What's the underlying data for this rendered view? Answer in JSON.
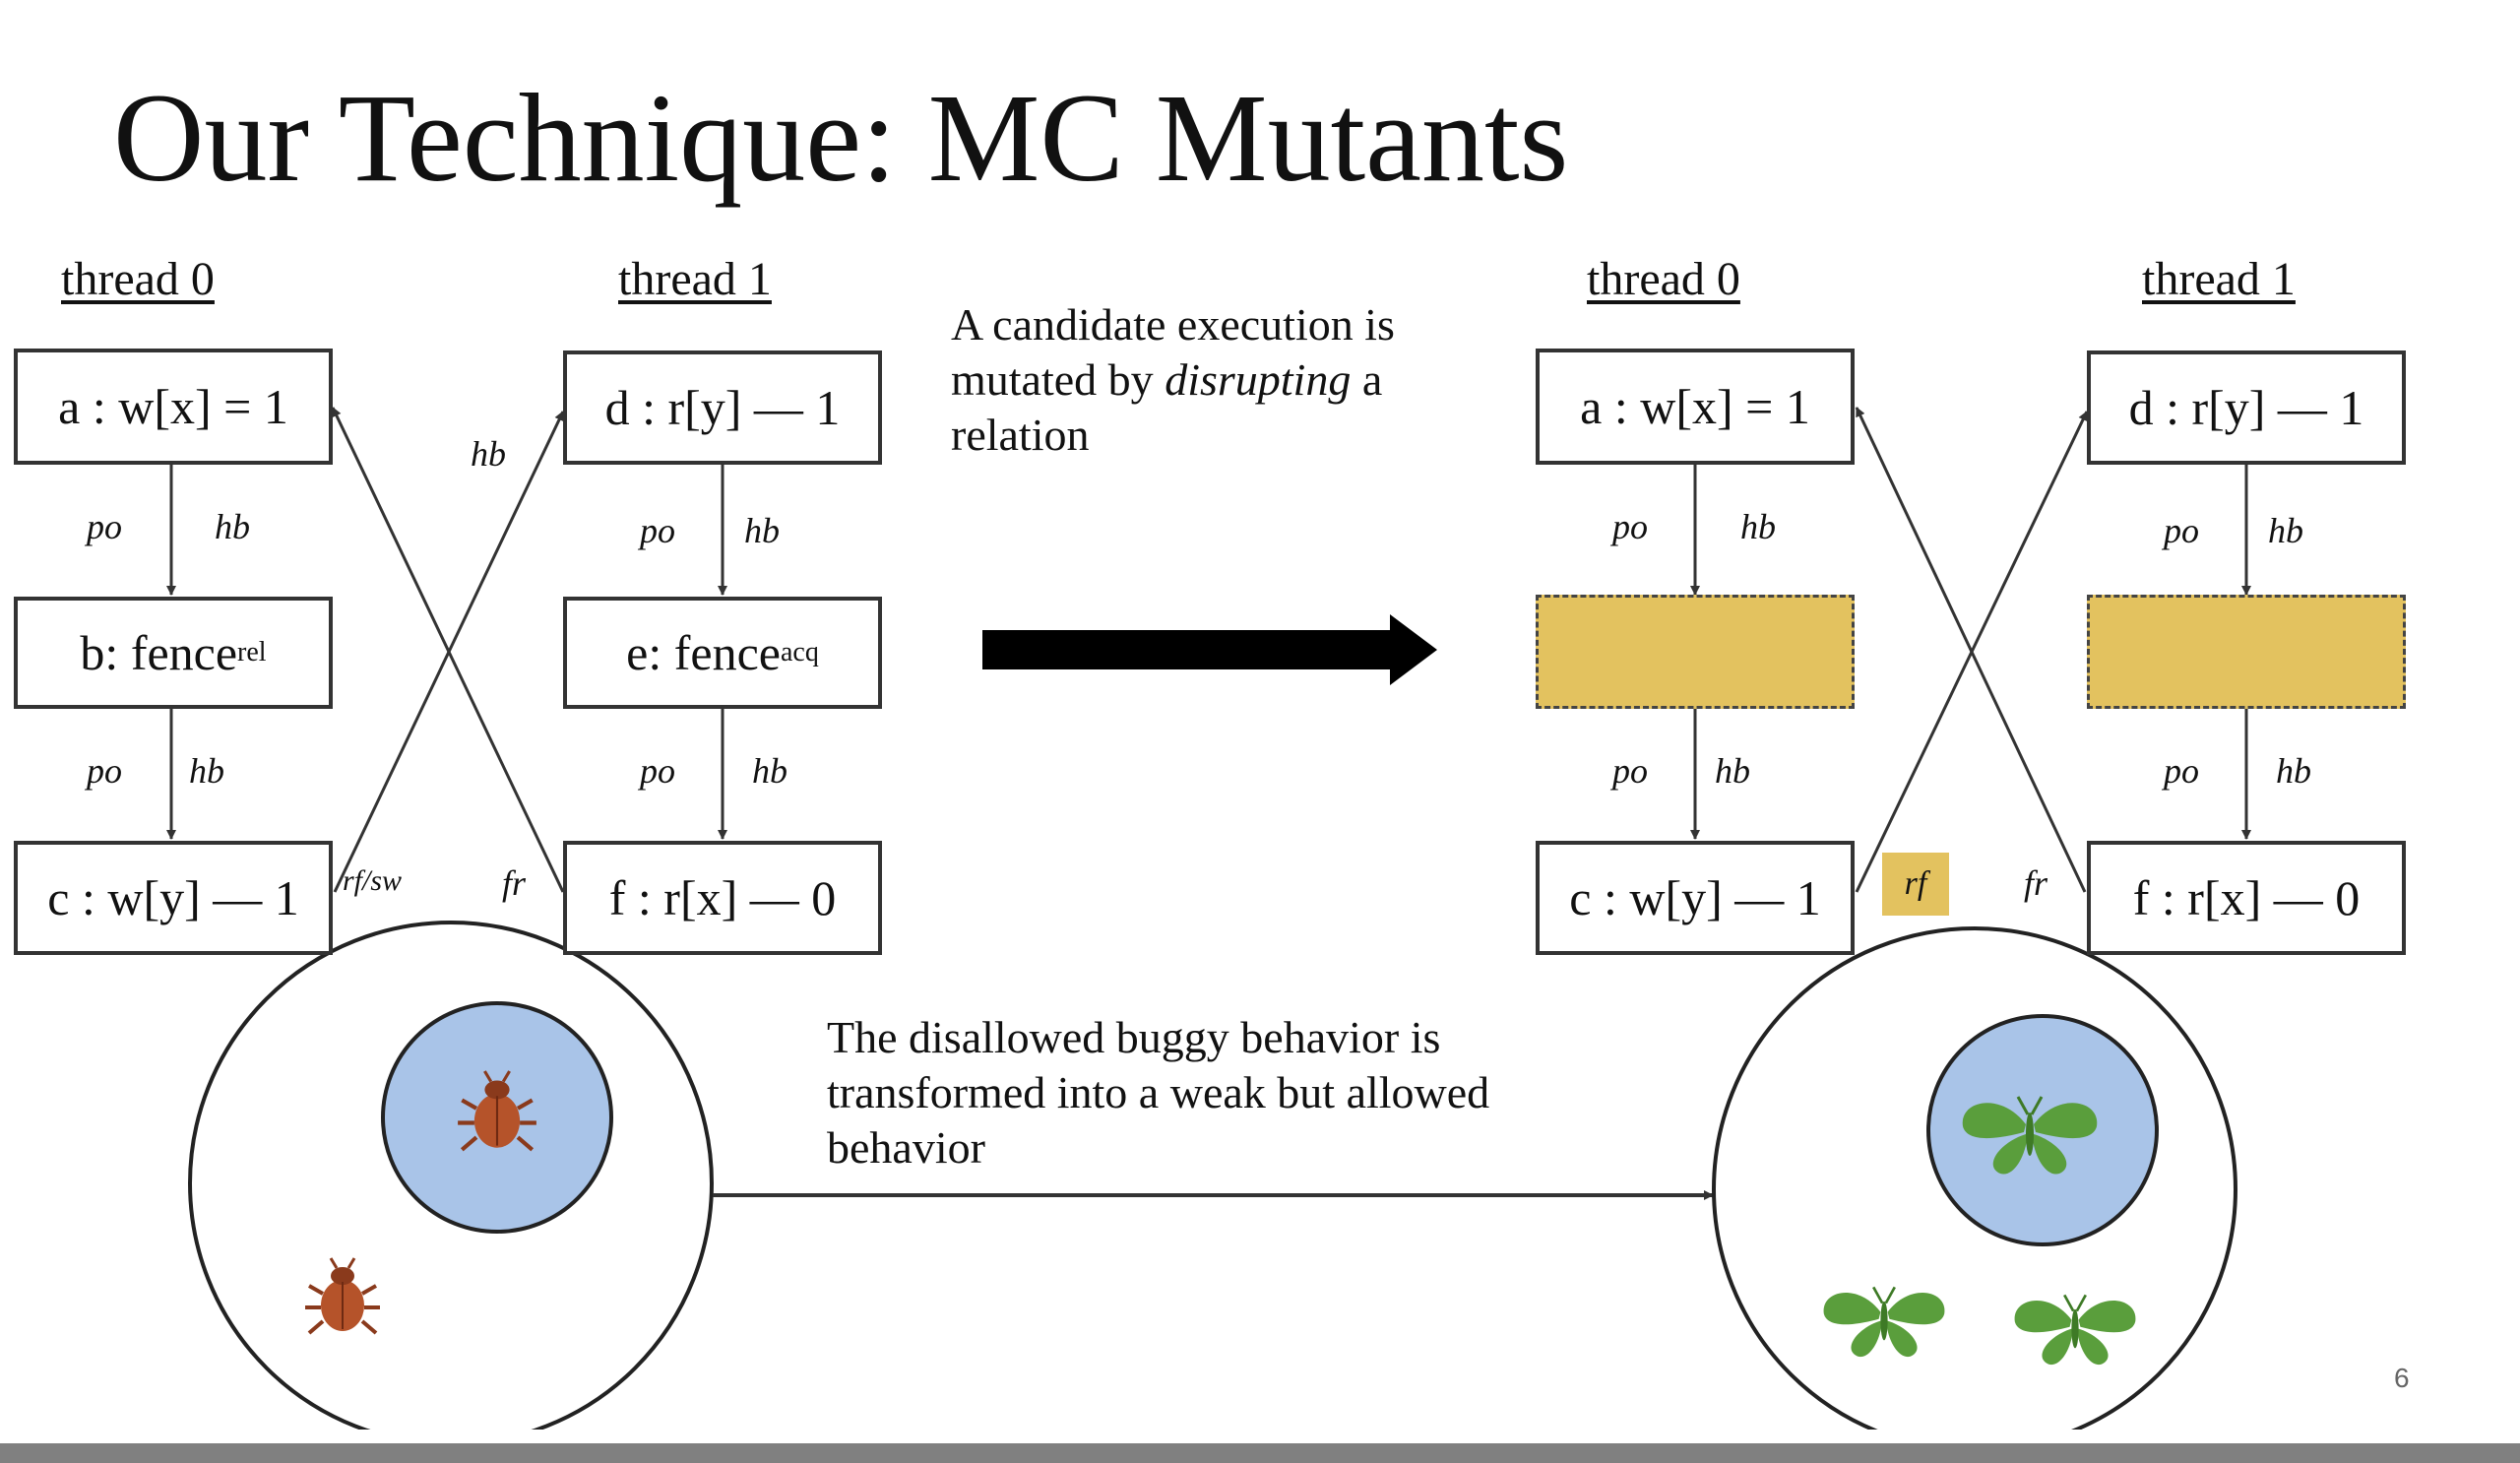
{
  "title": "Our Technique: MC Mutants",
  "left": {
    "thread0_label": "thread 0",
    "thread1_label": "thread 1",
    "a": "a : w[x] = 1",
    "b_text": "b: fence",
    "b_sub": "rel",
    "c": "c : w[y] — 1",
    "d": "d : r[y] — 1",
    "e_text": "e: fence",
    "e_sub": "acq",
    "f": "f : r[x] — 0",
    "rel_po": "po",
    "rel_hb": "hb",
    "cross_hb": "hb",
    "cross_rf": "rf/sw",
    "cross_fr": "fr"
  },
  "right": {
    "thread0_label": "thread 0",
    "thread1_label": "thread 1",
    "a": "a : w[x] = 1",
    "c": "c : w[y] — 1",
    "d": "d : r[y] — 1",
    "f": "f : r[x] — 0",
    "rel_po": "po",
    "rel_hb": "hb",
    "cross_rf": "rf",
    "cross_fr": "fr"
  },
  "caption_mutation": {
    "pre": "A candidate execution is mutated by ",
    "emph": "disrupting",
    "post": " a relation"
  },
  "caption_behavior": "The disallowed buggy behavior is transformed into a weak but allowed behavior",
  "page_number": "6",
  "colors": {
    "mutated_fill": "#e3c25f",
    "inner_circle": "#a9c4e8",
    "bug": "#b5532a",
    "butterfly": "#5a9e3c"
  },
  "icons": {
    "bug": "bug-icon",
    "butterfly": "butterfly-icon",
    "arrow": "right-arrow-icon"
  }
}
